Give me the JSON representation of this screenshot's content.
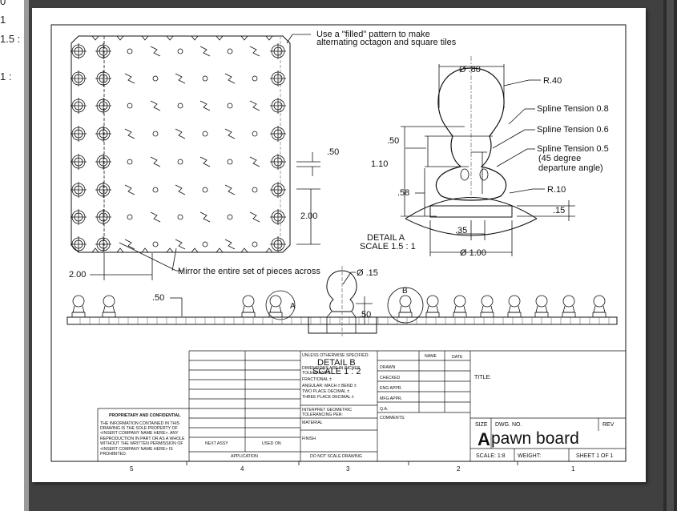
{
  "left_panel": {
    "labels": [
      "0",
      "1",
      "1.5 :",
      "1 :"
    ]
  },
  "notes": {
    "filled_pattern": [
      "Use a \"filled\" pattern to make",
      "alternating octagon and square tiles"
    ],
    "mirror": "Mirror the entire set of pieces across"
  },
  "board_dims": {
    "d50_small": ".50",
    "d200_right": "2.00",
    "d200_bottom": "2.00",
    "d50_side": ".50"
  },
  "detail_a": {
    "dia80": "Ø .80",
    "r40": "R.40",
    "spline08": "Spline Tension 0.8",
    "spline06": "Spline Tension 0.6",
    "spline05": [
      "Spline Tension 0.5",
      "(45 degree",
      "departure angle)"
    ],
    "d50": ".50",
    "d110": "1.10",
    "d58": ".58",
    "r10": "R.10",
    "d15": ".15",
    "d35": ".35",
    "dia100": "Ø 1.00",
    "label": "DETAIL A",
    "scale": "SCALE 1.5 : 1",
    "view_letter": "A"
  },
  "detail_b": {
    "dia15": "Ø .15",
    "d50": ".50",
    "label": "DETAIL B",
    "scale": "SCALE 1 : 2",
    "view_letter": "B"
  },
  "title_block": {
    "unless": "UNLESS OTHERWISE SPECIFIED:",
    "dims_line1": "DIMENSIONS ARE IN INCHES",
    "dims_line2": "TOLERANCES:",
    "fractional": "FRACTIONAL ±",
    "angular": "ANGULAR: MACH ±   BEND ±",
    "two_place": "TWO PLACE DECIMAL   ±",
    "three_place": "THREE PLACE DECIMAL  ±",
    "interpret": "INTERPRET GEOMETRIC",
    "tolerancing": "TOLERANCING PER:",
    "material": "MATERIAL",
    "finish": "FINISH",
    "name": "NAME",
    "date": "DATE",
    "drawn": "DRAWN",
    "checked": "CHECKED",
    "eng_appr": "ENG APPR.",
    "mfg_appr": "MFG APPR.",
    "qa": "Q.A.",
    "comments": "COMMENTS:",
    "title_label": "TITLE:",
    "size": "SIZE",
    "dwg_no": "DWG.  NO.",
    "rev": "REV",
    "size_letter": "A",
    "dwg_name": "pawn board",
    "scale": "SCALE: 1:8",
    "weight": "WEIGHT:",
    "sheet": "SHEET 1 OF 1",
    "next_assy": "NEXT ASSY",
    "used_on": "USED ON",
    "application": "APPLICATION",
    "do_not_scale": "DO NOT SCALE DRAWING",
    "prop_title": "PROPRIETARY AND CONFIDENTIAL",
    "prop_body": [
      "THE INFORMATION CONTAINED IN THIS",
      "DRAWING IS THE SOLE PROPERTY OF",
      "<INSERT COMPANY NAME HERE>.  ANY",
      "REPRODUCTION IN PART OR AS A WHOLE",
      "WITHOUT THE WRITTEN PERMISSION OF",
      "<INSERT COMPANY NAME HERE> IS",
      "PROHIBITED."
    ]
  },
  "zones": [
    "5",
    "4",
    "3",
    "2",
    "1"
  ]
}
